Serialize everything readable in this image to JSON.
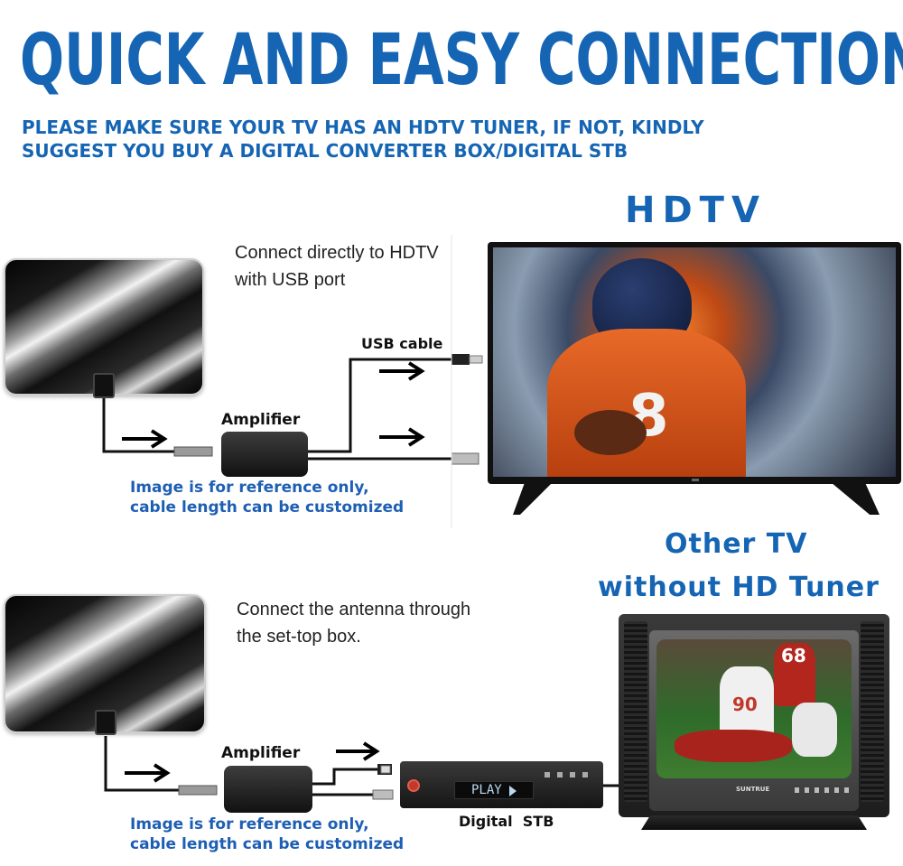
{
  "title": "QUICK AND EASY CONNECTION",
  "subtitle": "PLEASE MAKE SURE YOUR TV HAS AN HDTV TUNER, IF NOT, KINDLY SUGGEST YOU BUY A DIGITAL CONVERTER BOX/DIGITAL STB",
  "top_section": {
    "heading": "HDTV",
    "note_line1": "Connect directly to HDTV",
    "note_line2": "with USB port",
    "usb_label": "USB cable",
    "amplifier_label": "Amplifier",
    "ref_line1": "Image is for reference only,",
    "ref_line2": "cable length can be customized",
    "jersey_number": "8"
  },
  "bottom_section": {
    "heading_line1": "Other TV",
    "heading_line2": "without HD Tuner",
    "note_line1": "Connect the antenna through",
    "note_line2": "the set-top box.",
    "amplifier_label": "Amplifier",
    "stb_label": "Digital  STB",
    "stb_display": "PLAY",
    "ref_line1": "Image is for reference only,",
    "ref_line2": "cable length can be customized",
    "jersey_number_1": "90",
    "jersey_number_2": "68",
    "crt_brand": "SUNTRUE"
  },
  "colors": {
    "accent_blue": "#1565b4",
    "text_dark": "#222222"
  }
}
